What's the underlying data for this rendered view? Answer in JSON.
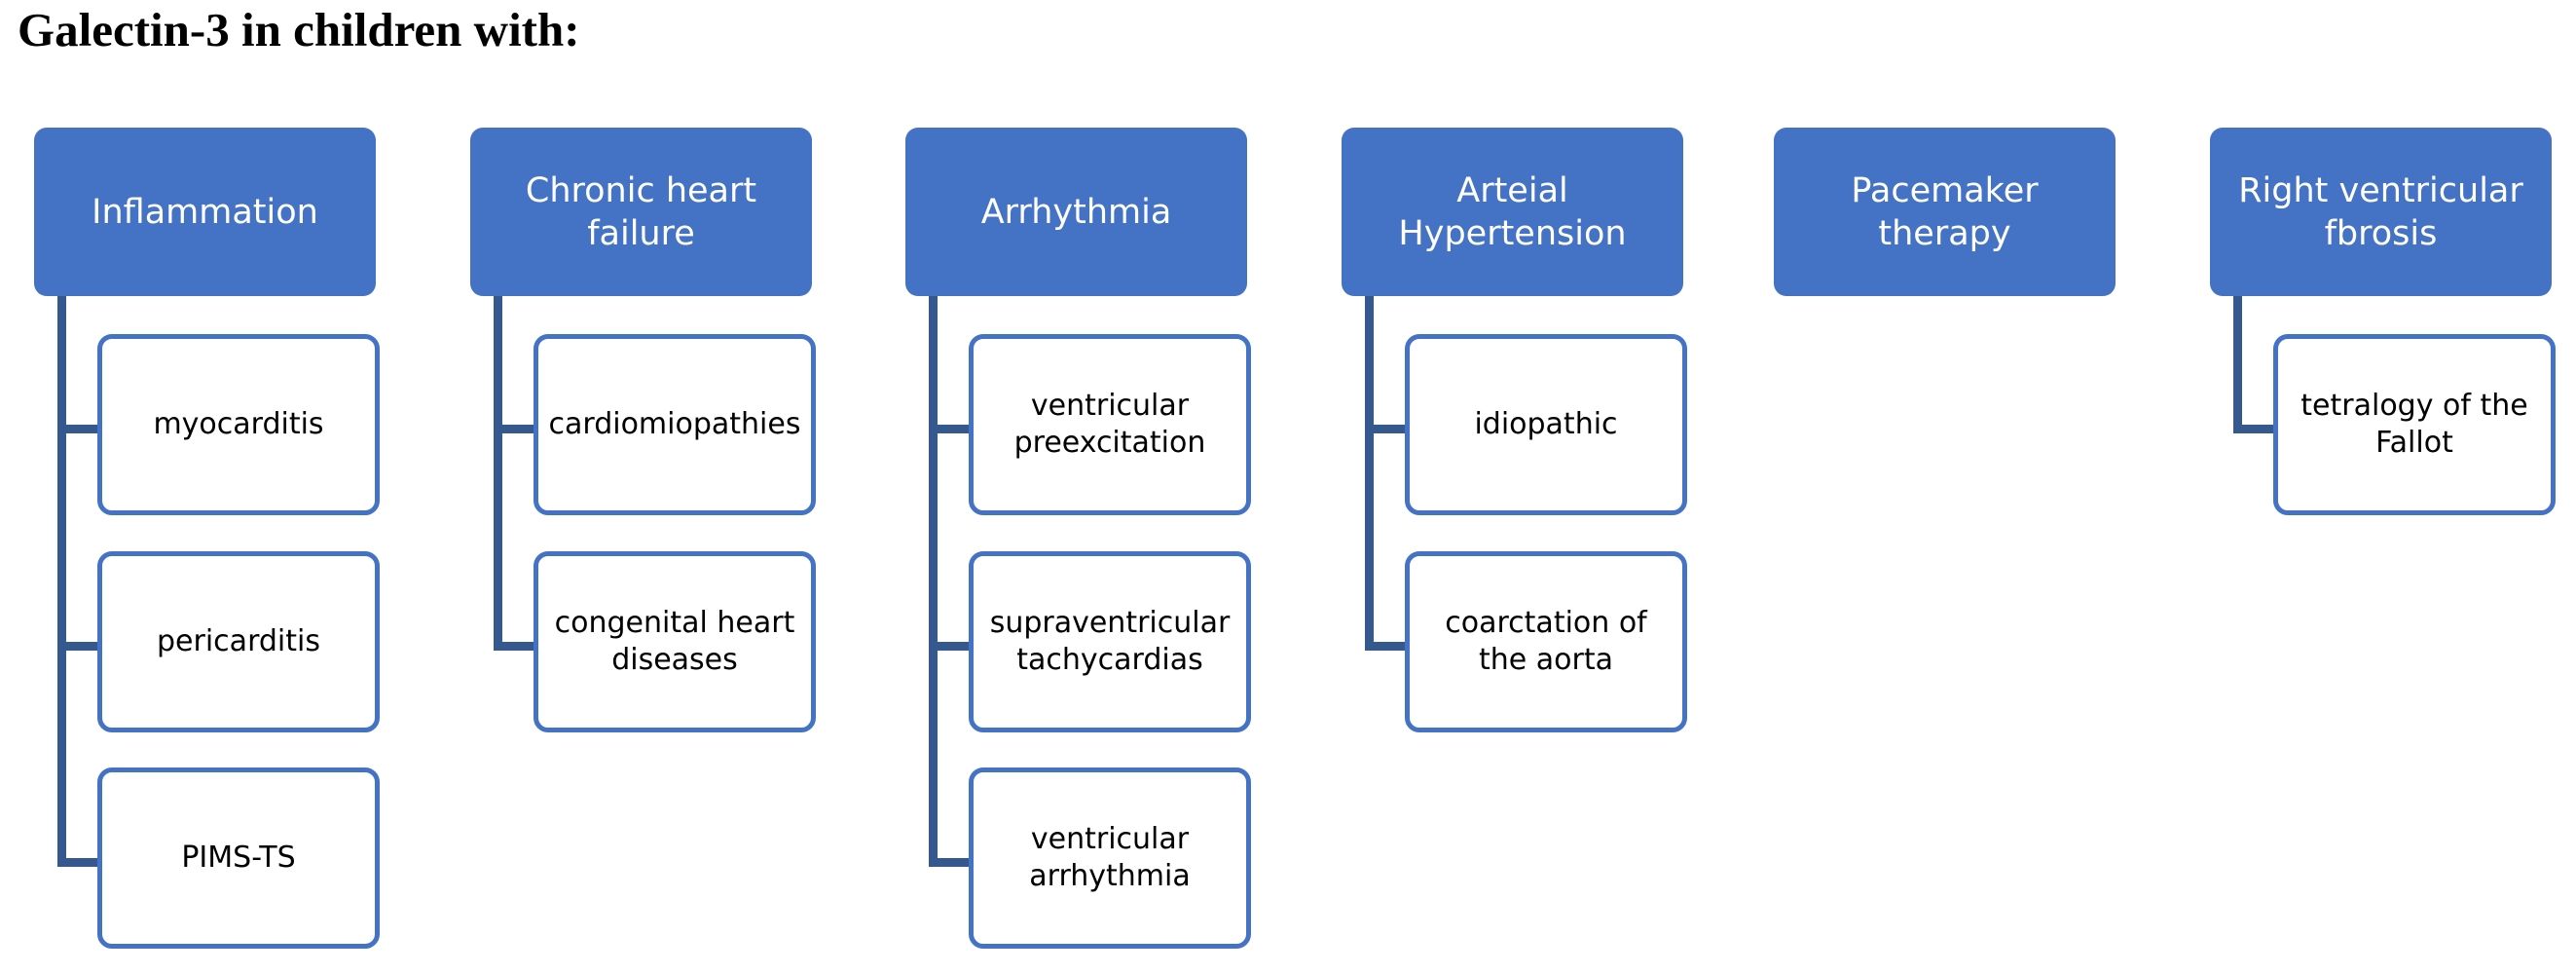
{
  "title": "Galectin-3 in children with:",
  "colors": {
    "node_fill": "#4472C4",
    "node_text": "#FFFFFF",
    "child_border": "#4472C4",
    "child_fill": "#FFFFFF",
    "child_text": "#000000",
    "connector": "#35598F",
    "title_text": "#000000",
    "background": "#FFFFFF"
  },
  "columns": [
    {
      "header": "Inflammation",
      "children": [
        "myocarditis",
        "pericarditis",
        "PIMS-TS"
      ]
    },
    {
      "header": "Chronic heart failure",
      "children": [
        "cardiomiopathies",
        "congenital heart diseases"
      ]
    },
    {
      "header": "Arrhythmia",
      "children": [
        "ventricular preexcitation",
        "supraventricular tachycardias",
        "ventricular arrhythmia"
      ]
    },
    {
      "header": "Arteial Hypertension",
      "children": [
        "idiopathic",
        "coarctation of the aorta"
      ]
    },
    {
      "header": "Pacemaker therapy",
      "children": []
    },
    {
      "header": "Right ventricular fbrosis",
      "children": [
        "tetralogy of the Fallot"
      ]
    }
  ]
}
